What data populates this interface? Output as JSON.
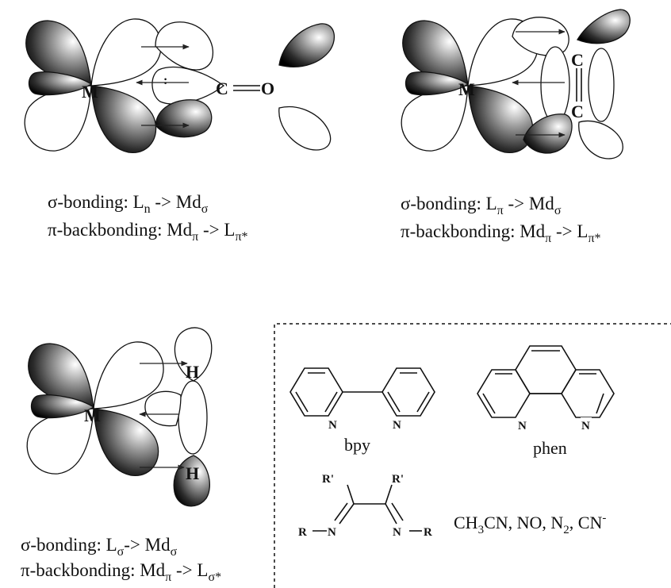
{
  "panels": [
    {
      "metal": "M",
      "atoms": [
        "C",
        "O"
      ],
      "sigma_line": {
        "prefix": "σ-bonding: L",
        "sub1": "n",
        "mid": " -> Md",
        "sub2": "σ"
      },
      "pi_line": {
        "prefix": "π-backbonding: Md",
        "sub1": "π",
        "mid": " -> L",
        "sub2": "π*"
      }
    },
    {
      "metal": "M",
      "atoms": [
        "C",
        "C"
      ],
      "sigma_line": {
        "prefix": "σ-bonding: L",
        "sub1": "π",
        "mid": " -> Md",
        "sub2": "σ"
      },
      "pi_line": {
        "prefix": "π-backbonding: Md",
        "sub1": "π",
        "mid": " -> L",
        "sub2": "π*"
      }
    },
    {
      "metal": "M",
      "atoms": [
        "H",
        "H"
      ],
      "sigma_line": {
        "prefix": "σ-bonding: L",
        "sub1": "σ",
        "mid": "-> Md",
        "sub2": "σ"
      },
      "pi_line": {
        "prefix": "π-backbonding: Md",
        "sub1": "π",
        "mid": " -> L",
        "sub2": "σ*"
      }
    }
  ],
  "ligands": {
    "bpy": {
      "name": "bpy",
      "n_labels": [
        "N",
        "N"
      ]
    },
    "phen": {
      "name": "phen",
      "n_labels": [
        "N",
        "N"
      ]
    },
    "diimine": {
      "r_prime": [
        "R'",
        "R'"
      ],
      "n_labels": [
        "N",
        "N"
      ],
      "r": [
        "R",
        "R"
      ]
    },
    "others": {
      "ch": "CH",
      "three": "3",
      "cn_no": "CN, NO, N",
      "two": "2",
      "cn": ", CN",
      "minus": "-"
    }
  }
}
